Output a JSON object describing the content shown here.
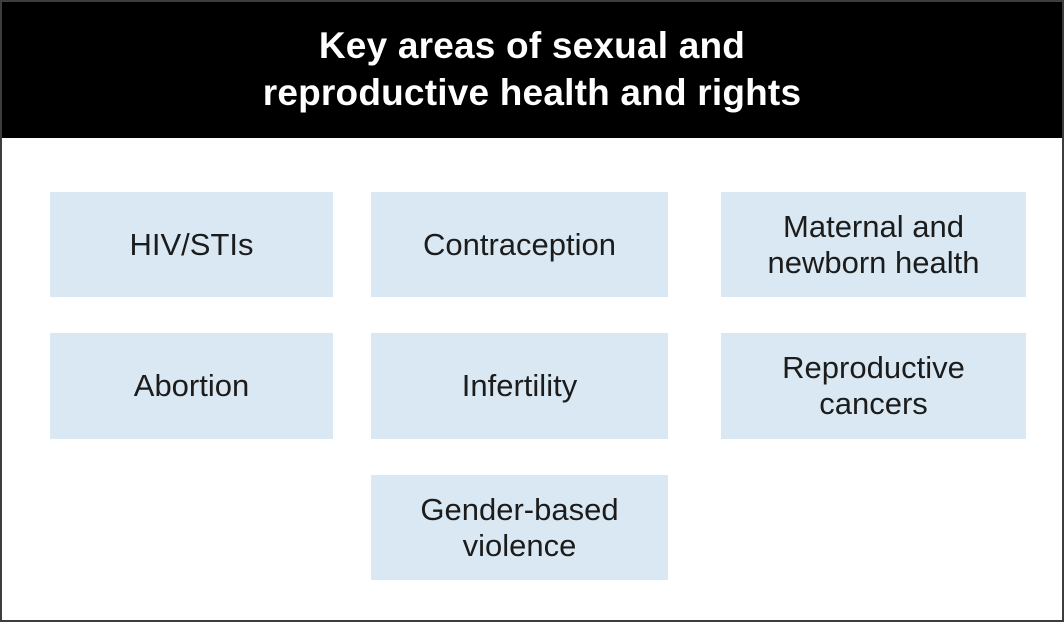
{
  "header": {
    "title_line1": "Key areas of sexual and",
    "title_line2": "reproductive health and rights"
  },
  "boxes": [
    "HIV/STIs",
    "Contraception",
    "Maternal and newborn health",
    "Abortion",
    "Infertility",
    "Reproductive cancers",
    "Gender-based violence"
  ],
  "colors": {
    "header_bg": "#000000",
    "header_text": "#ffffff",
    "box_bg": "#d9e8f2",
    "box_text": "#1c1c1c",
    "page_bg": "#ffffff",
    "border": "#3d3d3d"
  }
}
